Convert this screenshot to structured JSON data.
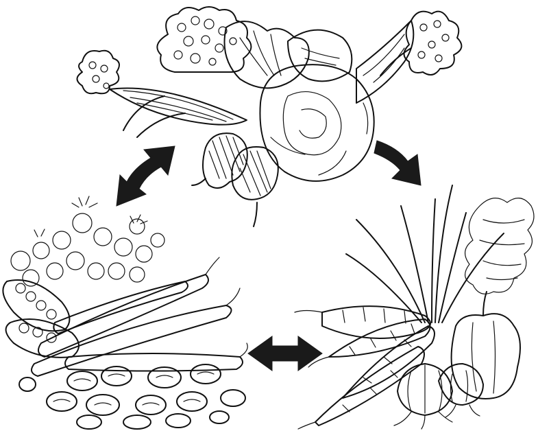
{
  "diagram": {
    "groups": [
      {
        "name": "leafy-and-root-vegetables",
        "icons": [
          "cauliflower-icon",
          "broccoli-icon",
          "corn-icon",
          "cabbage-icon",
          "beet-icon"
        ]
      },
      {
        "name": "root-and-bulb-vegetables",
        "icons": [
          "carrot-icon",
          "green-onion-icon",
          "bell-pepper-icon",
          "onion-icon"
        ]
      },
      {
        "name": "legumes",
        "icons": [
          "pea-pod-icon",
          "bean-pod-icon",
          "bean-seed-icon",
          "pea-flower-icon"
        ]
      }
    ],
    "arrows": [
      {
        "from": "leafy-and-root-vegetables",
        "to": "root-and-bulb-vegetables",
        "direction": "one-way"
      },
      {
        "from": "root-and-bulb-vegetables",
        "to": "legumes",
        "direction": "two-way"
      },
      {
        "from": "legumes",
        "to": "leafy-and-root-vegetables",
        "direction": "two-way"
      }
    ],
    "style": {
      "ink": "#111111",
      "background": "#ffffff"
    }
  }
}
